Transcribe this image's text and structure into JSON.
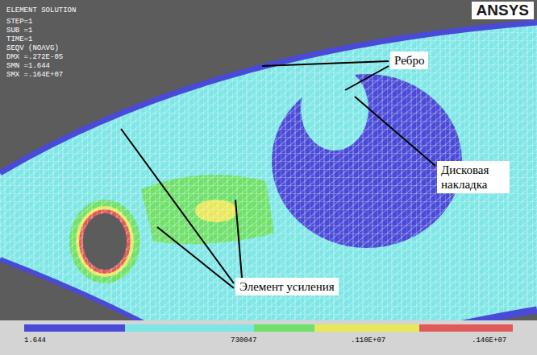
{
  "diagram": {
    "labels": [
      "ELEMENT SOLUTION",
      "STEP=1",
      "SUB =1",
      "TIME=1",
      "SEQV (NOAVG)",
      "DMX =.272E-05",
      "SMN =1.644",
      "SMX =.164E+07",
      "ANSYS",
      "Ребро",
      "Дисковая накладка",
      "Элемент усиления",
      "1.644",
      "730047",
      ".110E+07",
      ".146E+07"
    ]
  }
}
